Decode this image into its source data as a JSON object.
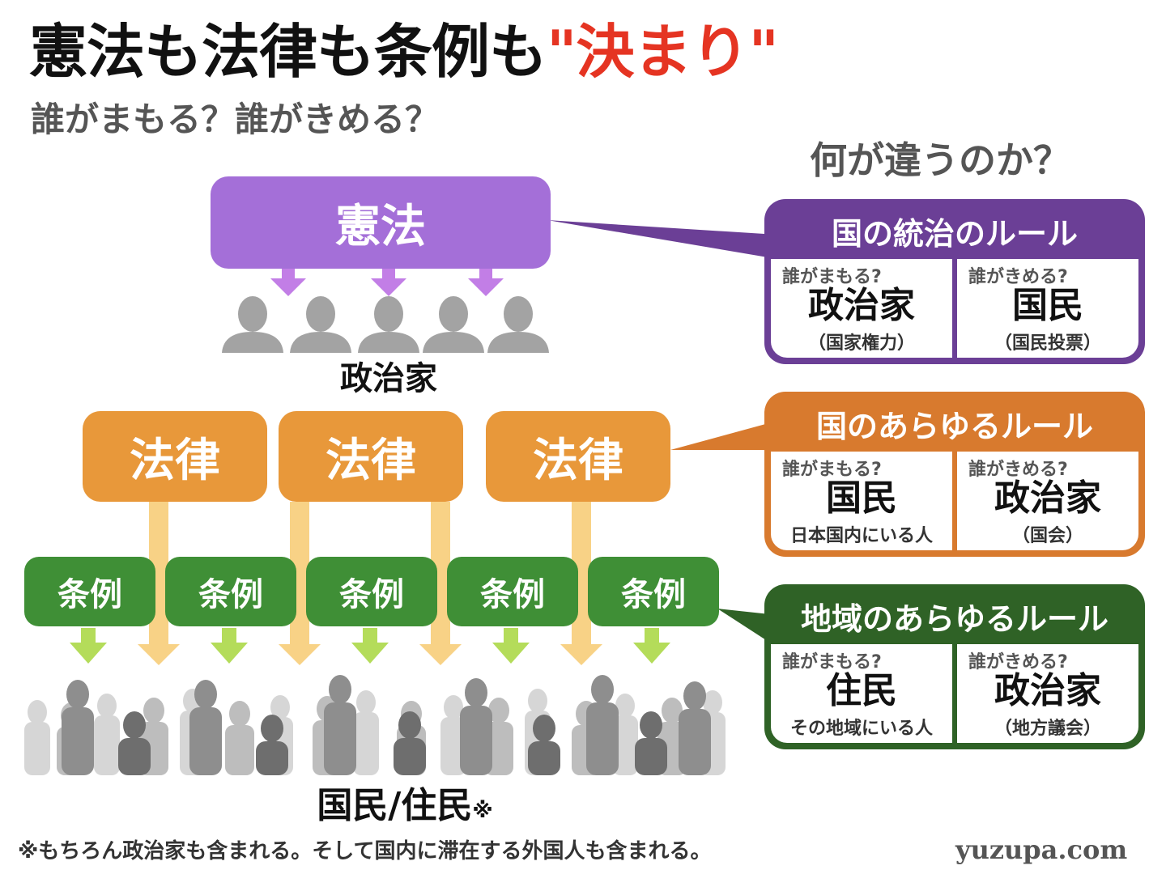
{
  "header": {
    "title_part1": "憲法も法律も条例も",
    "title_part2": "\"決まり\"",
    "subtitle": "誰がまもる？誰がきめる？",
    "question": "何が違うのか？"
  },
  "diagram": {
    "kenpo": "憲法",
    "politician_label": "政治家",
    "horitsu": [
      "法律",
      "法律",
      "法律"
    ],
    "jorei": [
      "条例",
      "条例",
      "条例",
      "条例",
      "条例"
    ],
    "people_label": "国民/住民",
    "people_mark": "※"
  },
  "cards": {
    "kenpo": {
      "title": "国の統治のルール",
      "protect_q": "誰がまもる?",
      "protect_a": "政治家",
      "protect_note": "（国家権力）",
      "decide_q": "誰がきめる?",
      "decide_a": "国民",
      "decide_note": "（国民投票）"
    },
    "horitsu": {
      "title": "国のあらゆるルール",
      "protect_q": "誰がまもる?",
      "protect_a": "国民",
      "protect_note": "日本国内にいる人",
      "decide_q": "誰がきめる?",
      "decide_a": "政治家",
      "decide_note": "（国会）"
    },
    "jorei": {
      "title": "地域のあらゆるルール",
      "protect_q": "誰がまもる?",
      "protect_a": "住民",
      "protect_note": "その地域にいる人",
      "decide_q": "誰がきめる?",
      "decide_a": "政治家",
      "decide_note": "（地方議会）"
    }
  },
  "footer": {
    "footnote": "※もちろん政治家も含まれる。そして国内に滞在する外国人も含まれる。",
    "site": "yuzupa.com"
  },
  "colors": {
    "kenpo": "#a46fd8",
    "kenpo_dark": "#6b3f96",
    "horitsu": "#e8983a",
    "horitsu_dark": "#d87a2e",
    "jorei": "#3f8f36",
    "jorei_dark": "#2f6226",
    "accent_red": "#e53422"
  },
  "icons": {
    "politicians": "person-silhouette-icon",
    "crowd": "crowd-silhouette-icon"
  }
}
